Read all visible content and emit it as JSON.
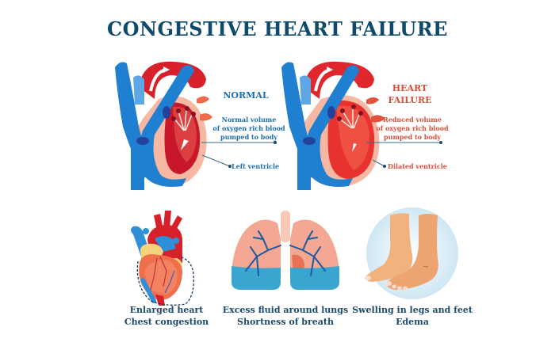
{
  "title": "CONGESTIVE HEART FAILURE",
  "panels": {
    "normal": {
      "heading": "NORMAL",
      "volume_label_1": "Normal volume",
      "volume_label_2": "of oxygen rich blood",
      "volume_label_3": "pumped to body",
      "ventricle_label": "Left ventricle",
      "accent_color": "#1c6fb0"
    },
    "failure": {
      "heading_1": "HEART",
      "heading_2": "FAILURE",
      "volume_label_1": "Reduced volume",
      "volume_label_2": "of oxygen rich blood",
      "volume_label_3": "pumped to body",
      "ventricle_label": "Dilated ventricle",
      "accent_color": "#d8503e"
    }
  },
  "symptoms": [
    {
      "icon": "enlarged-heart",
      "line1": "Enlarged heart",
      "line2": "Chest congestion"
    },
    {
      "icon": "lungs-with-fluid",
      "line1": "Excess fluid around lungs",
      "line2": "Shortness of breath"
    },
    {
      "icon": "swollen-feet",
      "line1": "Swelling in legs and feet",
      "line2": "Edema"
    }
  ],
  "colors": {
    "title": "#0e4a6b",
    "vessel_blue": "#1f7fd0",
    "artery_red": "#d7202a",
    "heart_pink": "#f6b6a0",
    "fluid_blue": "#3aa6cf"
  }
}
